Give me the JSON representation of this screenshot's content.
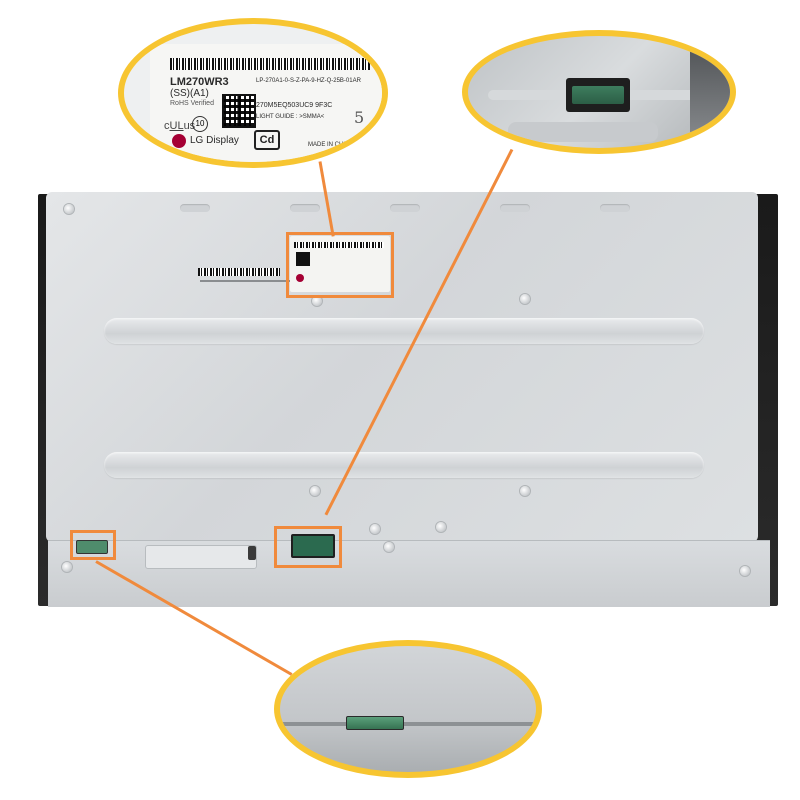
{
  "product": {
    "model_line1": "LM270WR3",
    "model_line2": "(SS)(A1)",
    "rohs": "RoHS Verified",
    "part_number": "LP-270A1-0-S-Z-PA-9-HZ-Q-25B-01AR",
    "serial": "270M5EQ503UC9  9F3C",
    "light_guide": "LIGHT GUIDE : >SMMA<",
    "brand": "LG Display",
    "made_in": "MADE IN CHINA",
    "handwritten_mark": "5",
    "cd_mark": "Cd",
    "ul_mark": "c̲UL̲us",
    "ten_mark": "10"
  },
  "colors": {
    "callout_orange": "#f08a3c",
    "magnifier_ring": "#f7c531",
    "panel_bezel": "#1f1f1f",
    "backplate": "#d8dbde",
    "connector_green": "#3e7d5e"
  },
  "callouts": [
    {
      "name": "label-callout",
      "subject": "product label"
    },
    {
      "name": "top-connector-callout",
      "subject": "main flex connector"
    },
    {
      "name": "left-connector-callout",
      "subject": "secondary connector"
    }
  ]
}
